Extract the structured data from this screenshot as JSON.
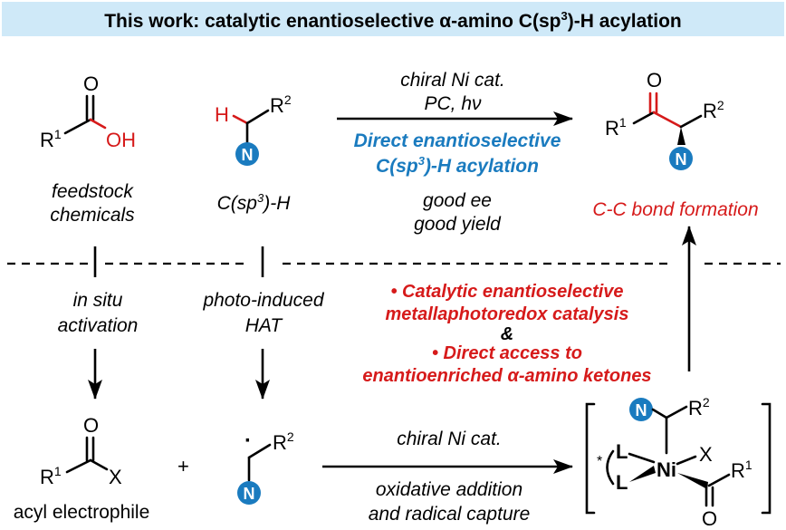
{
  "title": {
    "prefix": "This work: catalytic enantioselective ",
    "alpha": "α",
    "mid": "-amino C(sp",
    "sup": "3",
    "suffix": ")-H acylation",
    "bg_color": "#cfe9f8"
  },
  "acid": {
    "o_label": "O",
    "r_label": "R",
    "r_sup": "1",
    "oh_label": "OH",
    "caption_line1": "feedstock",
    "caption_line2": "chemicals"
  },
  "amine": {
    "h_label": "H",
    "r_label": "R",
    "r_sup": "2",
    "n_label": "N",
    "caption_pre": "C(sp",
    "caption_sup": "3",
    "caption_post": ")-H"
  },
  "top_arrow": {
    "above_line1": "chiral Ni cat.",
    "above_line2_pre": "PC, h",
    "above_line2_nu": "ν",
    "below_line1": "Direct enantioselective",
    "below_line2_pre": "C(sp",
    "below_line2_sup": "3",
    "below_line2_post": ")-H acylation",
    "below_line3": "good ee",
    "below_line4": "good yield"
  },
  "product": {
    "o_label": "O",
    "r1_label": "R",
    "r1_sup": "1",
    "r2_label": "R",
    "r2_sup": "2",
    "n_label": "N",
    "caption": "C-C bond formation"
  },
  "left_steps": {
    "activation_line1": "in situ",
    "activation_line2": "activation",
    "hat_line1": "photo-induced",
    "hat_line2": "HAT"
  },
  "highlights": {
    "bullet1_line1": "• Catalytic enantioselective",
    "bullet1_line2": "metallaphotoredox catalysis",
    "ampersand": "&",
    "bullet2_line1": "• Direct access to",
    "bullet2_line2_pre": "enantioenriched ",
    "bullet2_line2_alpha": "α",
    "bullet2_line2_post": "-amino ketones"
  },
  "acyl": {
    "o_label": "O",
    "r_label": "R",
    "r_sup": "1",
    "x_label": "X",
    "caption": "acyl electrophile"
  },
  "plus": "+",
  "radical": {
    "dot": "·",
    "r_label": "R",
    "r_sup": "2",
    "n_label": "N"
  },
  "bottom_arrow": {
    "above": "chiral Ni cat.",
    "below_line1": "oxidative addition",
    "below_line2": "and radical capture"
  },
  "complex": {
    "n_label": "N",
    "r2_label": "R",
    "r2_sup": "2",
    "l_top": "L",
    "l_bottom": "L",
    "star": "*",
    "ni_label": "Ni",
    "x_label": "X",
    "r1_label": "R",
    "r1_sup": "1",
    "o_label": "O"
  },
  "colors": {
    "accent_red": "#d61a1a",
    "accent_blue": "#1a7bbf"
  }
}
